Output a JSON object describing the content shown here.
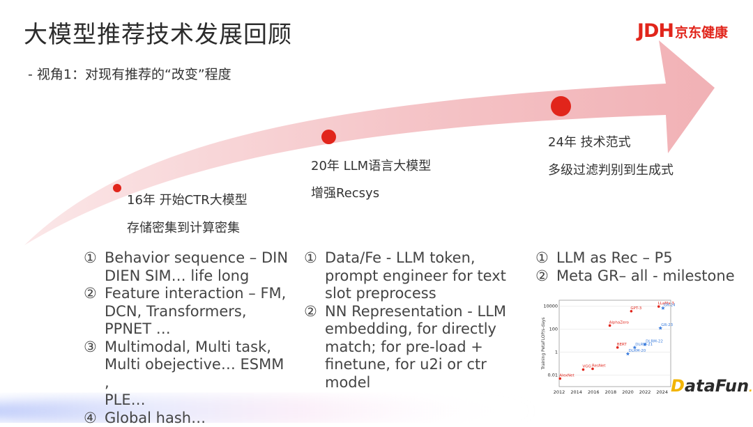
{
  "header": {
    "title": "大模型推荐技术发展回顾",
    "subtitle": "- 视角1：对现有推荐的“改变”程度",
    "logo": {
      "mark": "JDH",
      "name": "京东健康"
    }
  },
  "milestones": [
    {
      "year_label": "16年 开始CTR大模型",
      "desc": "存储密集到计算密集"
    },
    {
      "year_label": "20年 LLM语言大模型",
      "desc": "增强Recsys"
    },
    {
      "year_label": "24年 技术范式",
      "desc": "多级过滤判别到生成式"
    }
  ],
  "columns": [
    {
      "items": [
        {
          "num": "①",
          "text": "Behavior sequence – DIN\nDIEN SIM… life long"
        },
        {
          "num": "②",
          "text": "Feature interaction – FM,\nDCN, Transformers,\nPPNET …"
        },
        {
          "num": "③",
          "text": "Multimodal,  Multi task,\nMulti obejective… ESMM ,\nPLE…"
        },
        {
          "num": "④",
          "text": "Global hash…"
        }
      ]
    },
    {
      "items": [
        {
          "num": "①",
          "text": "Data/Fe - LLM token,\nprompt engineer for text\nslot preprocess"
        },
        {
          "num": "②",
          "text": "NN Representation - LLM\nembedding, for directly\nmatch; for pre-load +\nfinetune, for u2i or ctr\nmodel"
        }
      ]
    },
    {
      "items": [
        {
          "num": "①",
          "text": "LLM as Rec – P5"
        },
        {
          "num": "②",
          "text": "Meta GR– all - milestone"
        }
      ]
    }
  ],
  "chart_data": {
    "type": "scatter",
    "ylabel": "Training PetaFLOP/s-days",
    "x_ticks": [
      "2012",
      "2014",
      "2016",
      "2018",
      "2020",
      "2022",
      "2024"
    ],
    "y_ticks": [
      "10000",
      "100",
      "1",
      "0.01"
    ],
    "xlim": [
      2012,
      2025
    ],
    "ylog_range": [
      -3,
      4.5
    ],
    "series": [
      {
        "color": "#e1251b",
        "points": [
          {
            "label": "AlexNet",
            "x": 2012.1,
            "y": 0.005
          },
          {
            "label": "VGG",
            "x": 2014.8,
            "y": 0.03
          },
          {
            "label": "ResNet",
            "x": 2015.9,
            "y": 0.035
          },
          {
            "label": "BERT",
            "x": 2018.8,
            "y": 2.5
          },
          {
            "label": "AlphaZero",
            "x": 2017.9,
            "y": 200
          },
          {
            "label": "GPT-3",
            "x": 2020.4,
            "y": 3500
          },
          {
            "label": "LLaMa-3",
            "x": 2023.6,
            "y": 9000
          }
        ]
      },
      {
        "color": "#3b7ddd",
        "points": [
          {
            "label": "DLRM-20",
            "x": 2020.0,
            "y": 0.7
          },
          {
            "label": "DLRM-21",
            "x": 2020.8,
            "y": 2.5
          },
          {
            "label": "DLRM-22",
            "x": 2022.0,
            "y": 4.5
          },
          {
            "label": "GR-23",
            "x": 2023.8,
            "y": 120
          },
          {
            "label": "GR-24",
            "x": 2024.1,
            "y": 6500
          }
        ]
      }
    ]
  },
  "footer": {
    "brand_first": "D",
    "brand_rest": "ataFun",
    "brand_dot": "."
  },
  "colors": {
    "accent": "#e1251b",
    "arrow": "#f2b3b8",
    "series_blue": "#3b7ddd"
  }
}
